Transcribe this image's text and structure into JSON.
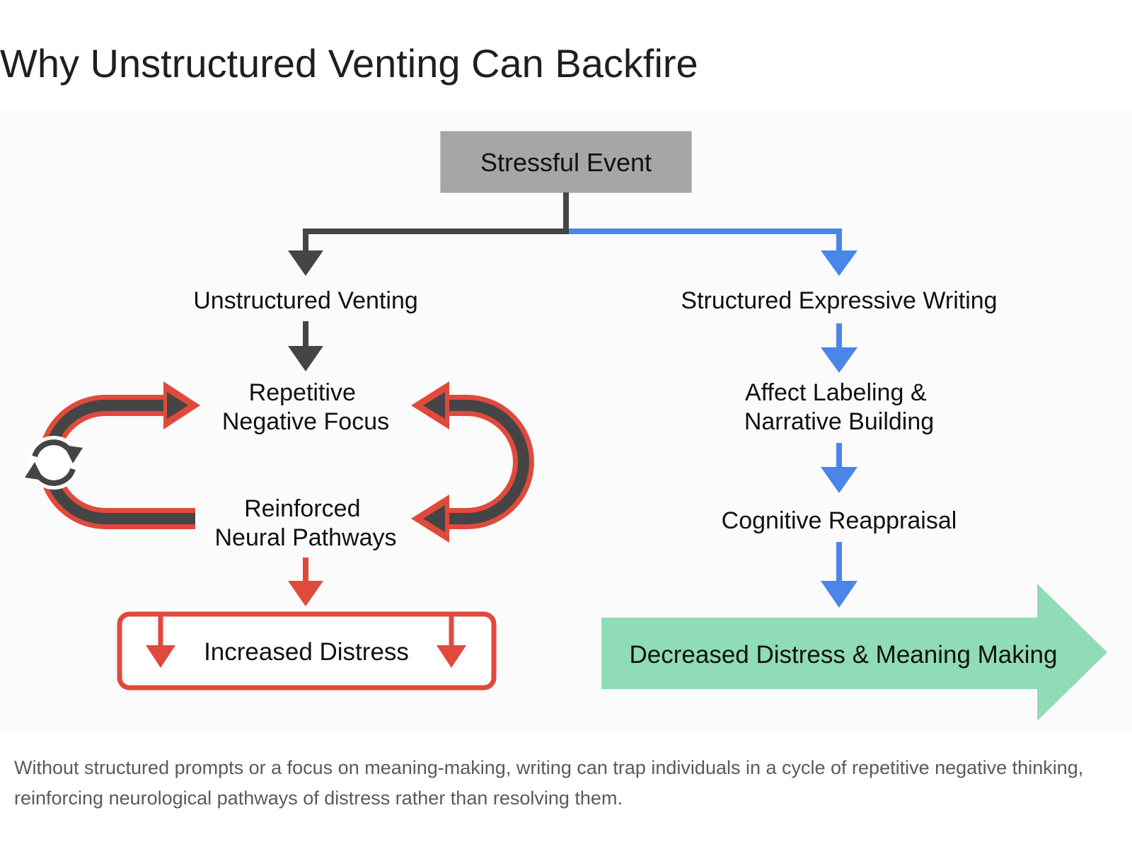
{
  "title": "Why Unstructured Venting Can Backfire",
  "diagram": {
    "root": "Stressful Event",
    "left_branch": {
      "heading": "Unstructured Venting",
      "step1_line1": "Repetitive",
      "step1_line2": "Negative Focus",
      "step2_line1": "Reinforced",
      "step2_line2": "Neural Pathways",
      "outcome": "Increased Distress"
    },
    "right_branch": {
      "heading": "Structured Expressive Writing",
      "step1_line1": "Affect Labeling &",
      "step1_line2": "Narrative Building",
      "step2": "Cognitive Reappraisal",
      "outcome": "Decreased Distress & Meaning Making"
    }
  },
  "colors": {
    "root_box": "#a6a6a6",
    "dark_arrow": "#454545",
    "blue_arrow": "#4a86e8",
    "red_arrow": "#e04a3d",
    "green_outcome": "#8fdcb7"
  },
  "caption": "Without structured prompts or a focus on meaning-making, writing can trap individuals in a cycle of repetitive negative thinking, reinforcing neurological pathways of distress rather than resolving them."
}
